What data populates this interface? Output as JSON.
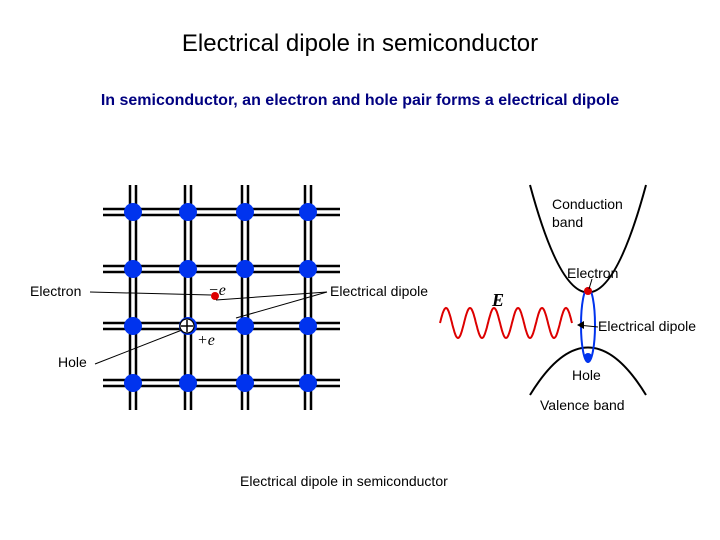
{
  "title": "Electrical dipole in semiconductor",
  "subtitle": "In semiconductor, an electron and hole pair forms a electrical dipole",
  "labels": {
    "electron_left": "Electron",
    "hole_left": "Hole",
    "dipole_mid": "Electrical dipole",
    "conduction_band": "Conduction band",
    "electron_right": "Electron",
    "dipole_right": "Electrical dipole",
    "hole_right": "Hole",
    "valence_band": "Valence band",
    "caption": "Electrical dipole in semiconductor"
  },
  "symbols": {
    "minus_e": "−e",
    "plus_e": "+e",
    "field": "E"
  },
  "colors": {
    "atom": "#0033ee",
    "bond": "#000000",
    "electron": "#dd0000",
    "wave": "#dd0000",
    "subtitle": "#000080"
  }
}
